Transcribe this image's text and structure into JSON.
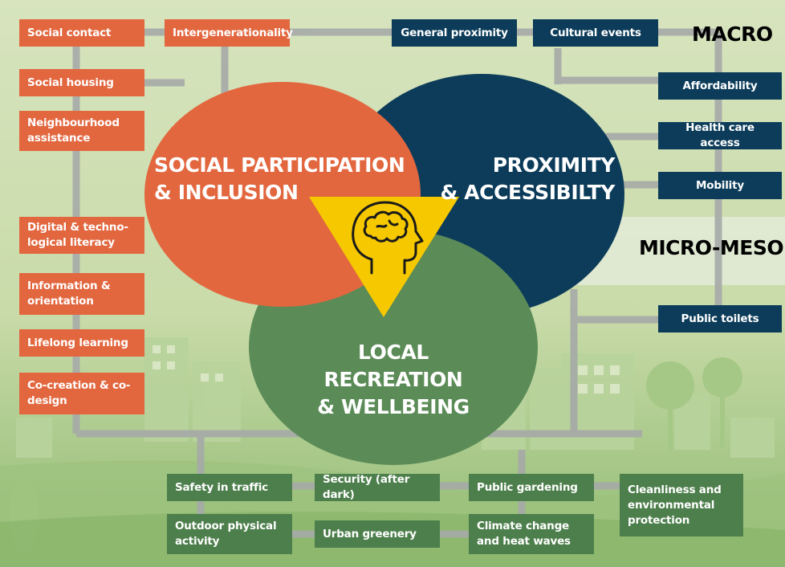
{
  "levels": {
    "macro": "MACRO",
    "micro_meso": "MICRO-MESO"
  },
  "circles": {
    "social": {
      "line1": "SOCIAL  PARTICIPATION",
      "line2": "& INCLUSION"
    },
    "proximity": {
      "line1": "PROXIMITY",
      "line2": "& ACCESSIBILTY"
    },
    "recreation": {
      "line1": "LOCAL RECREATION",
      "line2": "& WELLBEING"
    }
  },
  "colors": {
    "social": "#e2673f",
    "proximity": "#0c3c5a",
    "recreation": "#5b8b57",
    "center": "#f6c800"
  },
  "center_icon": "head-brain-icon",
  "orange_boxes": [
    "Social contact",
    "Intergenerationality",
    "Social housing",
    "Neighbourhood assistance",
    "Digital & techno-logical literacy",
    "Information & orientation",
    "Lifelong learning",
    "Co-creation & co-design"
  ],
  "navy_boxes": [
    "General proximity",
    "Cultural events",
    "Affordability",
    "Health care access",
    "Mobility",
    "Public toilets"
  ],
  "green_boxes": [
    "Safety in traffic",
    "Security (after dark)",
    "Public gardening",
    "Cleanliness and environmental protection",
    "Outdoor physical activity",
    "Urban greenery",
    "Climate change and heat waves"
  ]
}
